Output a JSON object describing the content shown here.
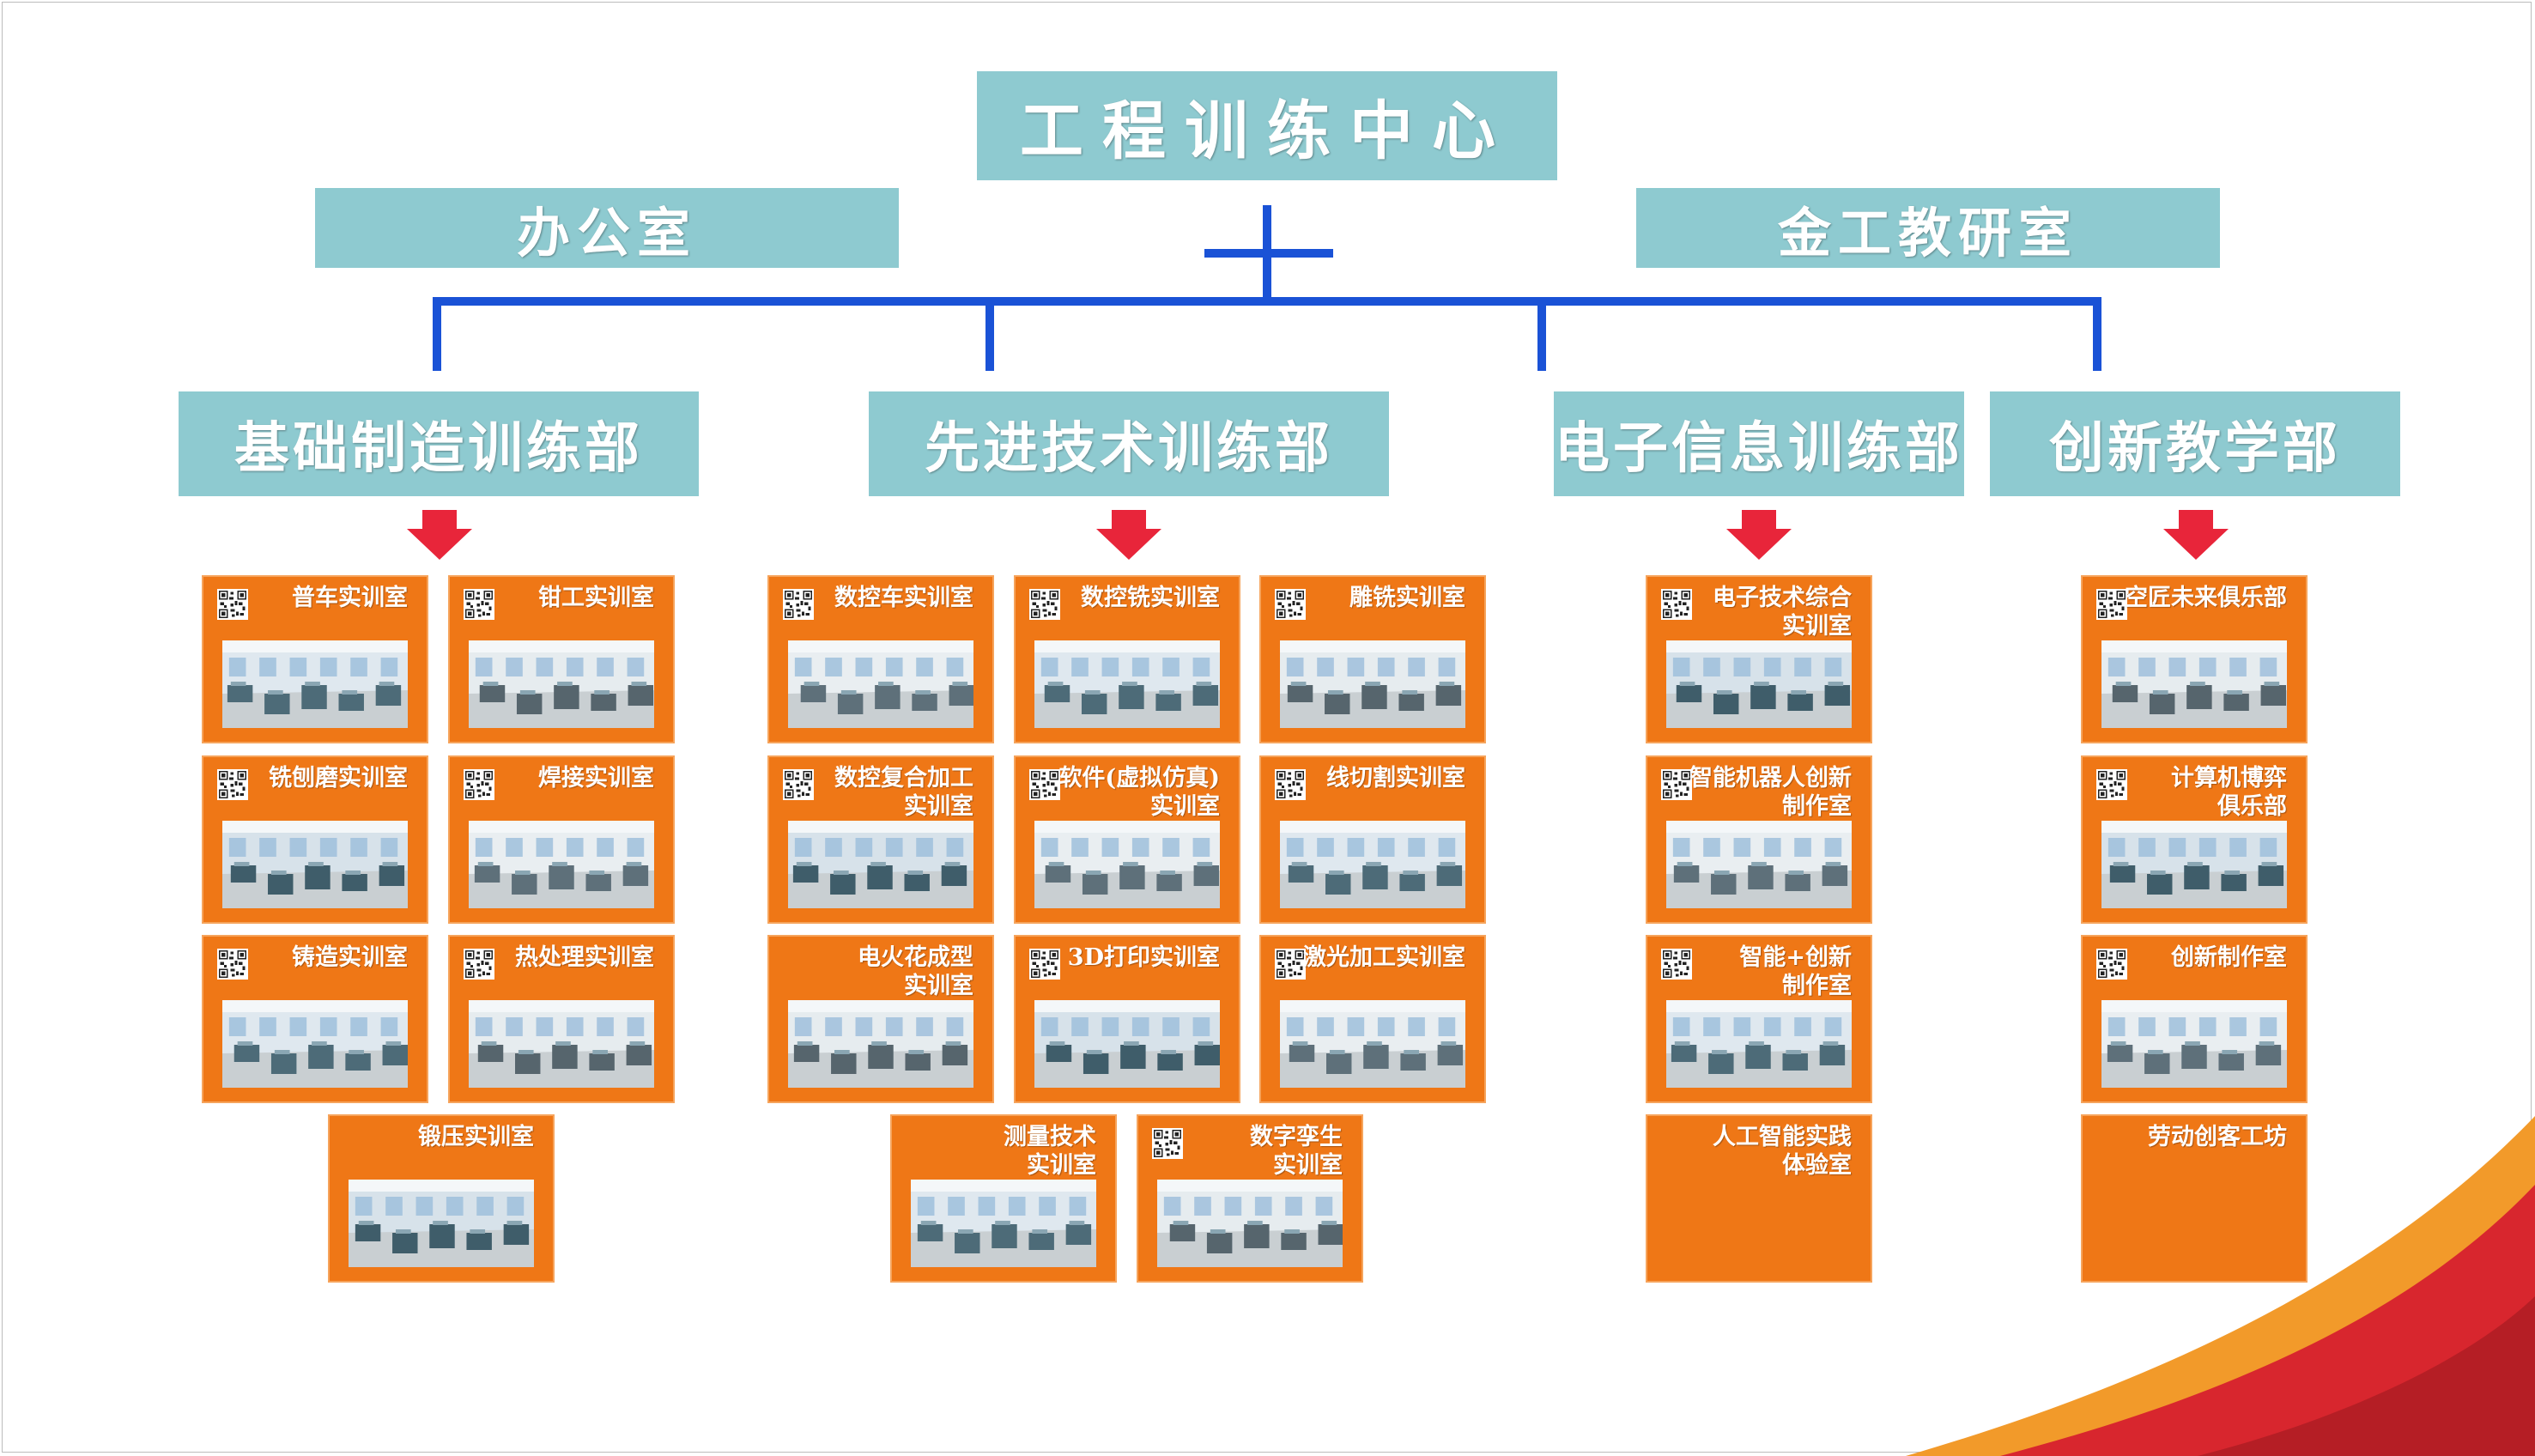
{
  "title": "工程训练中心",
  "side_units": {
    "left": "办公室",
    "right": "金工教研室"
  },
  "departments": [
    {
      "name": "基础制造训练部",
      "rooms": [
        {
          "label": "普车实训室",
          "qr": true,
          "photo": true
        },
        {
          "label": "钳工实训室",
          "qr": true,
          "photo": true
        },
        {
          "label": "铣刨磨实训室",
          "qr": true,
          "photo": true
        },
        {
          "label": "焊接实训室",
          "qr": true,
          "photo": true
        },
        {
          "label": "铸造实训室",
          "qr": true,
          "photo": true
        },
        {
          "label": "热处理实训室",
          "qr": true,
          "photo": true
        },
        {
          "label": "锻压实训室",
          "qr": false,
          "photo": true
        }
      ]
    },
    {
      "name": "先进技术训练部",
      "rooms": [
        {
          "label": "数控车实训室",
          "qr": true,
          "photo": true
        },
        {
          "label": "数控铣实训室",
          "qr": true,
          "photo": true
        },
        {
          "label": "雕铣实训室",
          "qr": true,
          "photo": true
        },
        {
          "label": "数控复合加工\n实训室",
          "qr": true,
          "photo": true
        },
        {
          "label": "软件(虚拟仿真)\n实训室",
          "qr": true,
          "photo": true
        },
        {
          "label": "线切割实训室",
          "qr": true,
          "photo": true
        },
        {
          "label": "电火花成型\n实训室",
          "qr": false,
          "photo": true
        },
        {
          "label": "3D打印实训室",
          "qr": true,
          "photo": true
        },
        {
          "label": "激光加工实训室",
          "qr": true,
          "photo": true
        },
        {
          "label": "测量技术\n实训室",
          "qr": false,
          "photo": true
        },
        {
          "label": "数字孪生\n实训室",
          "qr": true,
          "photo": true
        }
      ]
    },
    {
      "name": "电子信息训练部",
      "rooms": [
        {
          "label": "电子技术综合\n实训室",
          "qr": true,
          "photo": true
        },
        {
          "label": "智能机器人创新\n制作室",
          "qr": true,
          "photo": true
        },
        {
          "label": "智能+创新\n制作室",
          "qr": true,
          "photo": true
        },
        {
          "label": "人工智能实践\n体验室",
          "qr": false,
          "photo": false
        }
      ]
    },
    {
      "name": "创新教学部",
      "rooms": [
        {
          "label": "空匠未来俱乐部",
          "qr": true,
          "photo": true
        },
        {
          "label": "计算机博弈\n俱乐部",
          "qr": true,
          "photo": true
        },
        {
          "label": "创新制作室",
          "qr": true,
          "photo": true
        },
        {
          "label": "劳动创客工坊",
          "qr": false,
          "photo": false
        }
      ]
    }
  ],
  "colors": {
    "header_box": "#8ecad0",
    "connector": "#1a52d6",
    "room_card": "#ef7716",
    "arrow": "#e8253a",
    "wave_red": "#d8262e",
    "wave_orange": "#f29a2a"
  }
}
